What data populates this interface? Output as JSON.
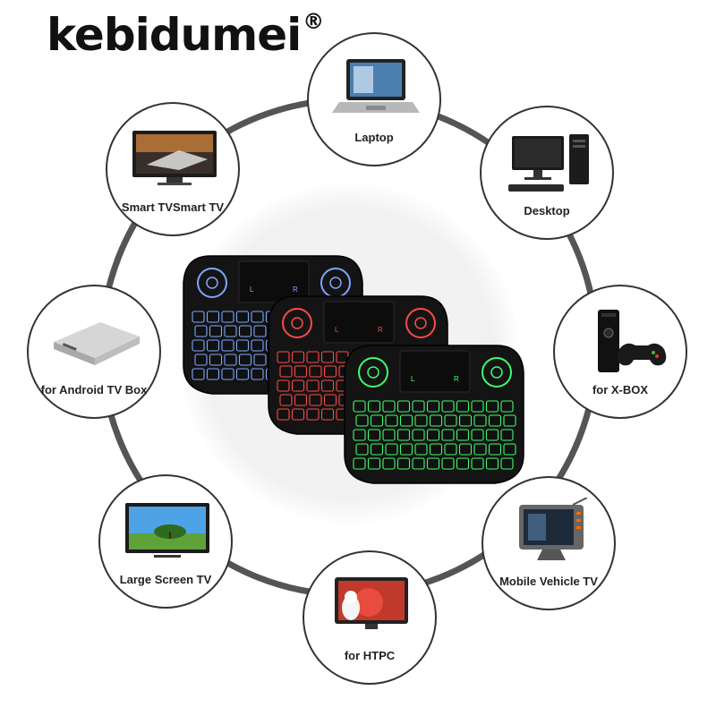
{
  "brand": {
    "name": "kebidumei",
    "mark": "®"
  },
  "devices": [
    {
      "label": "Laptop",
      "icon": "laptop-icon"
    },
    {
      "label": "Desktop",
      "icon": "desktop-icon"
    },
    {
      "label": "for X-BOX",
      "icon": "xbox-console-icon"
    },
    {
      "label": "Mobile Vehicle TV",
      "icon": "vehicle-tv-icon"
    },
    {
      "label": "for HTPC",
      "icon": "htpc-screen-icon"
    },
    {
      "label": "Large Screen TV",
      "icon": "tv-icon"
    },
    {
      "label": "for Android TV Box",
      "icon": "tv-box-icon"
    },
    {
      "label": "Smart TVSmart TV",
      "icon": "smart-tv-icon"
    }
  ],
  "keyboards": [
    {
      "name": "blue-backlight",
      "color": "#7fa6ff"
    },
    {
      "name": "red-backlight",
      "color": "#ff4a4a"
    },
    {
      "name": "green-backlight",
      "color": "#3dff6e"
    }
  ],
  "touchpad_keys": {
    "left": "L",
    "right": "R"
  }
}
